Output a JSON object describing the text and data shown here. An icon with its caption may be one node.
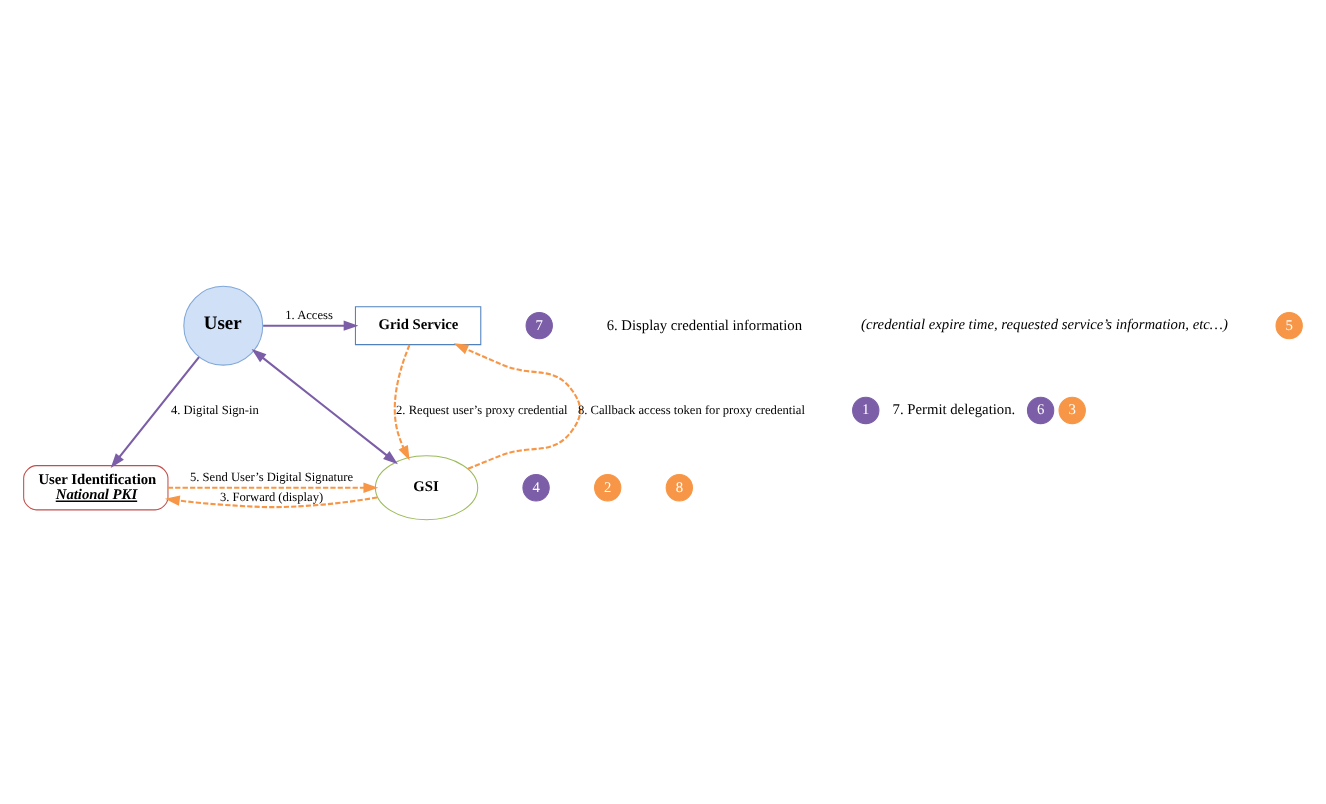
{
  "diagram": {
    "nodes": [
      {
        "text": [
          "User"
        ]
      },
      {
        "text": [
          "Grid Service"
        ]
      },
      {
        "text": [
          "User Identification",
          "National PKI"
        ]
      },
      {
        "text": [
          "GSI"
        ]
      }
    ],
    "edges": [
      {
        "from": 0,
        "to": 1,
        "arrow": "to",
        "label": "1. Access",
        "color": "#7b5ea7"
      },
      {
        "from": 1,
        "to": 3,
        "arrow": "to",
        "label": "2. Request user’s proxy credential",
        "style": "dashed",
        "color": "#f79646"
      },
      {
        "from": 3,
        "to": 2,
        "arrow": "to",
        "label": "3. Forward (display)",
        "style": "dashed",
        "color": "#f79646"
      },
      {
        "from": 0,
        "to": 2,
        "arrow": "to",
        "label": "4. Digital Sign-in",
        "color": "#7b5ea7"
      },
      {
        "from": 2,
        "to": 3,
        "arrow": "to",
        "label": "5. Send User’s Digital Signature",
        "style": "dashed",
        "color": "#f79646"
      },
      {
        "from": 3,
        "to": 0,
        "arrow": "both",
        "color": "#7b5ea7"
      },
      {
        "from": 3,
        "to": 1,
        "arrow": "to",
        "label": "8. Callback access token for proxy credential",
        "style": "dashed",
        "color": "#f79646"
      }
    ],
    "labels": [
      "7",
      "6. Display credential information",
      "(credential expire time, requested service’s information, etc…)",
      "1",
      "7. Permit delegation.",
      "4",
      "6",
      "2",
      "3",
      "8",
      "5"
    ]
  }
}
